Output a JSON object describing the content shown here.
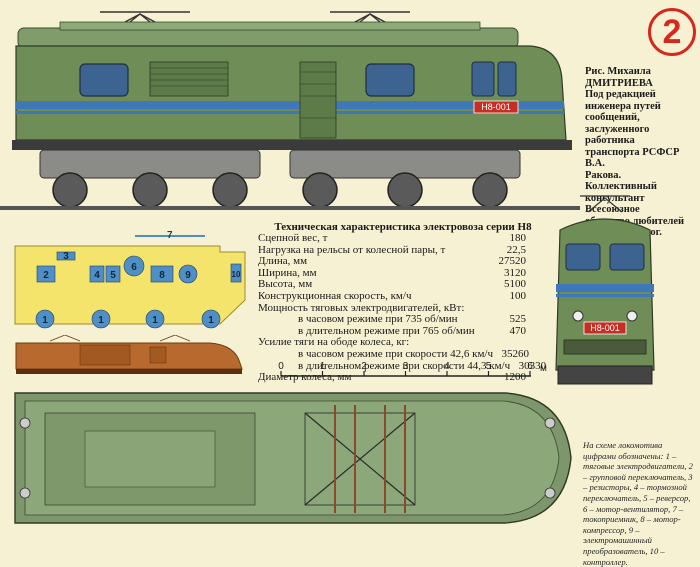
{
  "badge": {
    "number": "2"
  },
  "credit": {
    "lines": [
      "Рис. Михаила",
      "ДМИТРИЕВА",
      "Под редакцией",
      "инженера путей",
      "сообщений,",
      "заслуженного работника",
      "транспорта РСФСР В.А.",
      "Ракова.",
      "Коллективный",
      "консультант Всесоюзное",
      "общество любителей",
      "железных дорог."
    ]
  },
  "locomotive": {
    "number_plate": "Н8-001",
    "front_plate": "Н8-001"
  },
  "schematic": {
    "component_labels": [
      "1",
      "1",
      "1",
      "1",
      "2",
      "3",
      "4",
      "5",
      "6",
      "7",
      "8",
      "9",
      "10"
    ]
  },
  "spec": {
    "title": "Техническая характеристика электровоза серии Н8",
    "rows": [
      {
        "label": "Сцепной вес, т",
        "value": "180",
        "indent": false
      },
      {
        "label": "Нагрузка на рельсы от колесной пары, т",
        "value": "22,5",
        "indent": false
      },
      {
        "label": "Длина, мм",
        "value": "27520",
        "indent": false
      },
      {
        "label": "Ширина, мм",
        "value": "3120",
        "indent": false
      },
      {
        "label": "Высота, мм",
        "value": "5100",
        "indent": false
      },
      {
        "label": "Конструкционная скорость, км/ч",
        "value": "100",
        "indent": false
      },
      {
        "label": "Мощность тяговых электродвигателей, кВт:",
        "value": "",
        "indent": false
      },
      {
        "label": "в часовом режиме при 735 об/мин",
        "value": "525",
        "indent": true
      },
      {
        "label": "в длительном режиме при 765 об/мин",
        "value": "470",
        "indent": true
      },
      {
        "label": "Усилие тяги на ободе колеса, кг:",
        "value": "",
        "indent": false
      },
      {
        "label": "в часовом режиме при скорости 42,6 км/ч",
        "value": "35260",
        "indent": true
      },
      {
        "label": "в длительном режиме при скорости 44,3 км/ч",
        "value": "30330",
        "indent": true
      },
      {
        "label": "Диаметр колеса, мм",
        "value": "1200",
        "indent": false
      }
    ]
  },
  "scale": {
    "labels": [
      "0",
      "1",
      "2",
      "3",
      "4",
      "5",
      "6"
    ],
    "unit": "м"
  },
  "legend": {
    "text": "На схеме локомотива цифрами обозначены: 1 – тяговые электродвигатели, 2 – групповой переключатель, 3 – резисторы, 4 – тормозной переключатель, 5 – реверсор, 6 – мотор-вентилятор, 7 – токоприемник, 8 – мотор-компрессор, 9 – электромашинный преобразователь, 10 – контроллер."
  },
  "colors": {
    "body_green": "#6f8e57",
    "stripe_blue": "#3f78b8",
    "badge_red": "#d4291c",
    "schematic_fill": "#f4e46c",
    "component_blue": "#4f8fc5",
    "brown_model": "#b86a2e",
    "paper": "#f7f1d3"
  }
}
